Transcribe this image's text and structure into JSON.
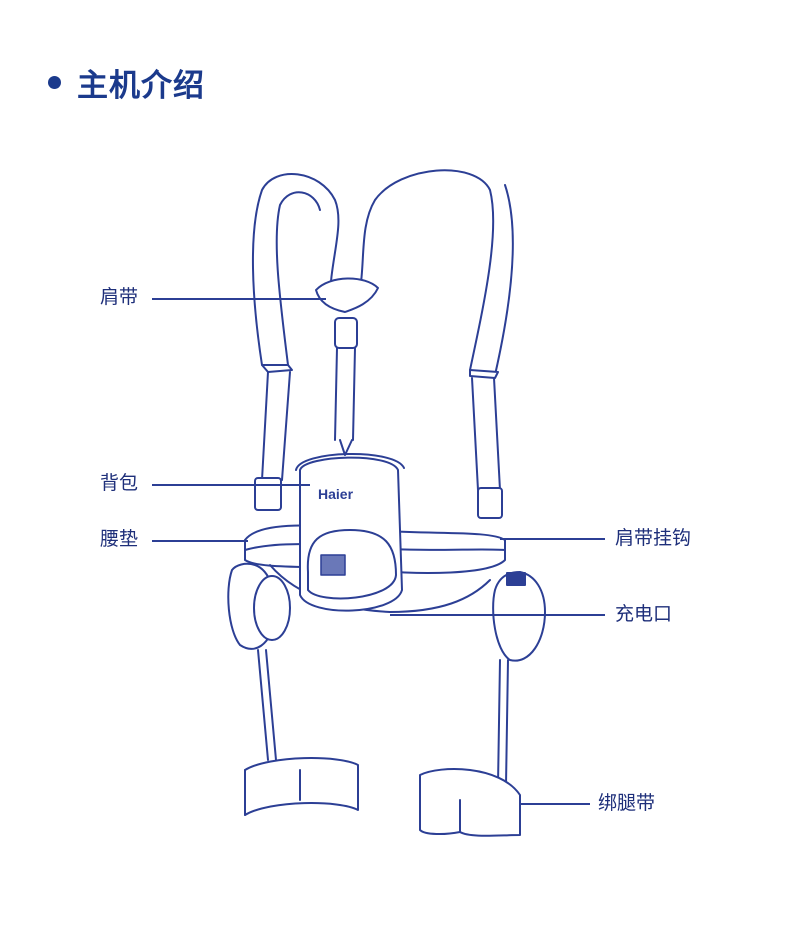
{
  "title": "主机介绍",
  "labels": {
    "shoulder_strap": "肩带",
    "backpack": "背包",
    "waist_pad": "腰垫",
    "strap_hook": "肩带挂钩",
    "charging_port": "充电口",
    "leg_strap": "绑腿带"
  },
  "brand": "Haier",
  "colors": {
    "accent": "#1b3a8c",
    "line": "#2c3f95"
  }
}
